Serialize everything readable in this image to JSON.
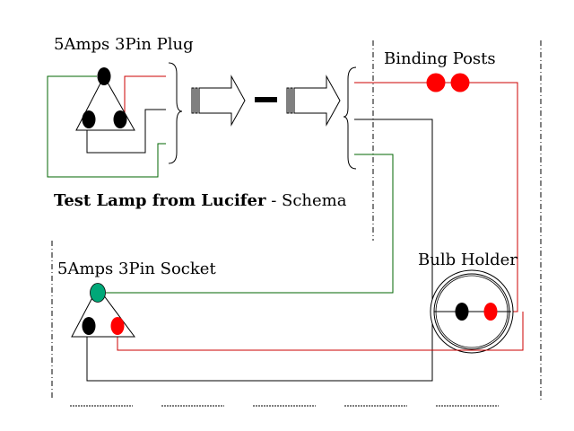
{
  "labels": {
    "plug": "5Amps 3Pin Plug",
    "binding_posts": "Binding Posts",
    "title_bold": "Test Lamp from Lucifer",
    "title_rest": " - Schema",
    "socket": "5Amps 3Pin Socket",
    "bulb_holder": "Bulb Holder"
  },
  "colors": {
    "live_wire": "#cc0000",
    "earth_wire": "#006600",
    "neutral_wire": "#000000",
    "red_pin": "#ff0000",
    "green_pin": "#00a878",
    "black_pin": "#000000",
    "guide_line": "#000000"
  },
  "icons": {
    "arrow_left": "block-arrow-right",
    "arrow_right": "block-arrow-right",
    "dash": "minus"
  }
}
